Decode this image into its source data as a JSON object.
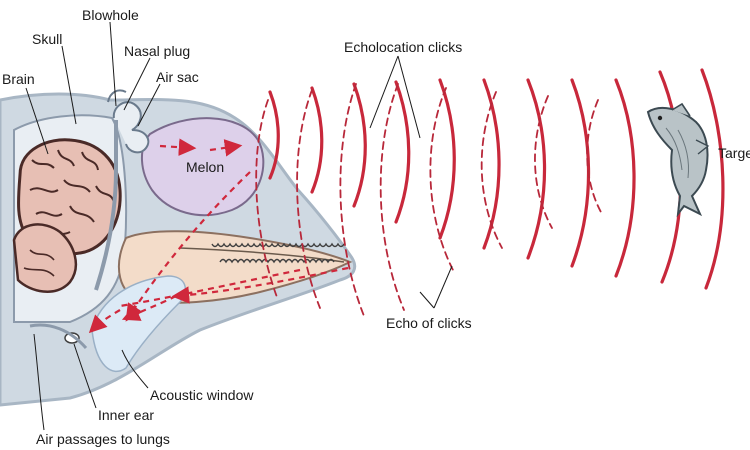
{
  "labels": {
    "blowhole": "Blowhole",
    "skull": "Skull",
    "nasal_plug": "Nasal plug",
    "brain": "Brain",
    "air_sac": "Air sac",
    "melon": "Melon",
    "echolocation_clicks": "Echolocation clicks",
    "target": "Target",
    "echo_of_clicks": "Echo of clicks",
    "acoustic_window": "Acoustic window",
    "inner_ear": "Inner ear",
    "air_passages": "Air passages to lungs"
  },
  "colors": {
    "head_outline": "#a8b6c4",
    "head_fill": "#cfd9e2",
    "inner_fill": "#e9eef3",
    "melon_fill": "#ddd0ea",
    "jaw_fill": "#f3dcc9",
    "brain_fill": "#e7bfb4",
    "brain_outline": "#4a2a27",
    "window_fill": "#dceaf6",
    "wave": "#c8283b",
    "fish_body": "#b9c3c7"
  },
  "icons": {
    "fish": "fish-icon"
  }
}
